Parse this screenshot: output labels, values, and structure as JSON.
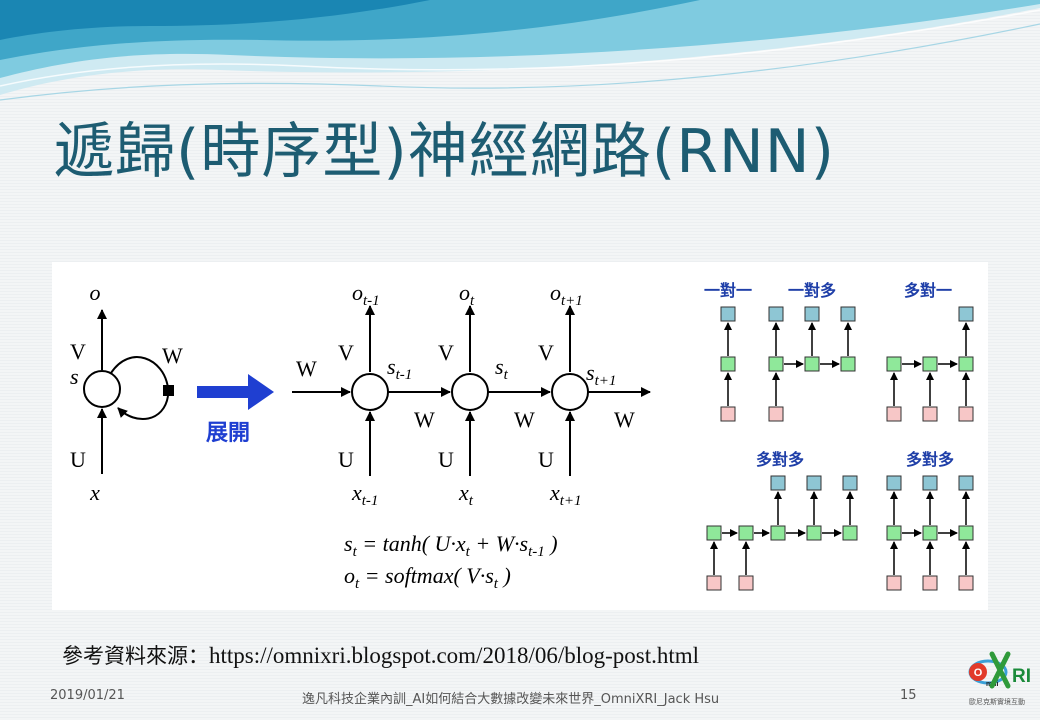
{
  "slide": {
    "title": "遞歸(時序型)神經網路(RNN)"
  },
  "figure": {
    "folded": {
      "output": "o",
      "input": "x",
      "state": "s",
      "v": "V",
      "u": "U",
      "w": "W"
    },
    "unfold_label": "展開",
    "unfolded": {
      "w_in": "W",
      "steps": [
        {
          "o_main": "o",
          "o_sub": "t-1",
          "x_main": "x",
          "x_sub": "t-1",
          "v": "V",
          "u": "U",
          "w_out": "W",
          "s_main": "s",
          "s_sub": "t-1"
        },
        {
          "o_main": "o",
          "o_sub": "t",
          "x_main": "x",
          "x_sub": "t",
          "v": "V",
          "u": "U",
          "w_out": "W",
          "s_main": "s",
          "s_sub": "t"
        },
        {
          "o_main": "o",
          "o_sub": "t+1",
          "x_main": "x",
          "x_sub": "t+1",
          "v": "V",
          "u": "U",
          "w_out": "W",
          "s_main": "s",
          "s_sub": "t+1"
        }
      ]
    },
    "equations": {
      "eq1": {
        "p1": "s",
        "s1": "t",
        "p2": " = tanh( U·x",
        "s2": "t",
        "p3": " + W·s",
        "s3": "t-1",
        "p4": " )"
      },
      "eq2": {
        "p1": "o",
        "s1": "t",
        "p2": " = softmax( V·s",
        "s2": "t",
        "p3": " )"
      }
    },
    "patterns": {
      "one_to_one": "一對一",
      "one_to_many": "一對多",
      "many_to_one": "多對一",
      "many_to_many_a": "多對多",
      "many_to_many_b": "多對多"
    },
    "colors": {
      "arrow": "#1f3fd1",
      "output_cell": "#8ec6d4",
      "hidden_cell": "#8fe89a",
      "input_cell": "#f7c7c7",
      "pattern_label": "#1f3fa8"
    }
  },
  "source": {
    "label": "參考資料來源：",
    "url": "https://omnixri.blogspot.com/2018/06/blog-post.html"
  },
  "footer": {
    "date": "2019/01/21",
    "course": "逸凡科技企業內訓_AI如何結合大數據改變未來世界_OmniXRI_Jack Hsu",
    "page": "15"
  },
  "logo": {
    "small_text": "歐尼克斯實境互動"
  }
}
